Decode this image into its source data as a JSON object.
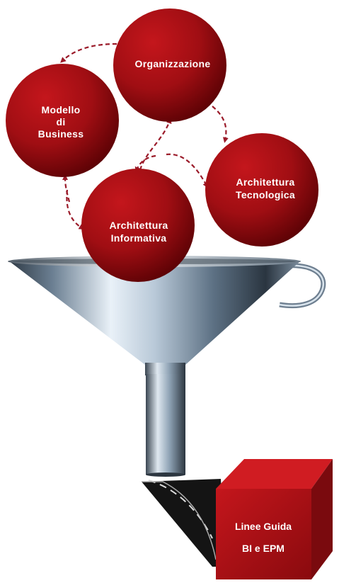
{
  "nodes": {
    "organizzazione": {
      "label": "Organizzazione"
    },
    "modello": {
      "lines": [
        "Modello",
        "di",
        "Business"
      ]
    },
    "tecnologica": {
      "lines": [
        "Architettura",
        "Tecnologica"
      ]
    },
    "informativa": {
      "lines": [
        "Architettura",
        "Informativa"
      ]
    }
  },
  "output_box": {
    "lines": [
      "Linee Guida",
      "BI e EPM"
    ]
  },
  "colors": {
    "circle_fill": "#a50f14",
    "circle_dark": "#5c0205",
    "arrow": "#9b1b2a",
    "box_front": "#b51218",
    "box_side": "#7a0a0e"
  },
  "icons": [
    "funnel-icon"
  ]
}
